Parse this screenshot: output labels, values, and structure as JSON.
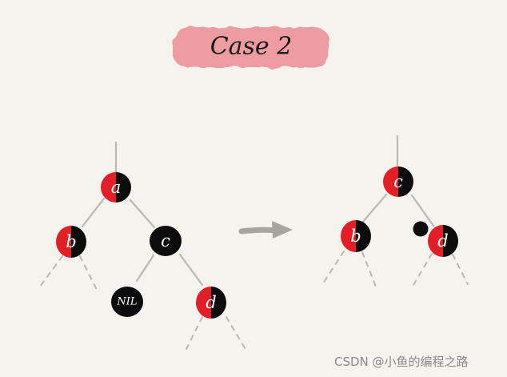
{
  "title": "Case  2",
  "arrow_color": "#a8a59f",
  "colors": {
    "red": "#e21f26",
    "black": "#0d0d0d",
    "title_highlight": "#ec8f94",
    "edge": "#b9b9b4"
  },
  "left_tree": {
    "nodes": [
      {
        "id": "a",
        "label": "a",
        "color": "half-red-black"
      },
      {
        "id": "b",
        "label": "b",
        "color": "half-red-black"
      },
      {
        "id": "c",
        "label": "c",
        "color": "black"
      },
      {
        "id": "nil",
        "label": "NIL",
        "color": "black"
      },
      {
        "id": "d",
        "label": "d",
        "color": "half-red-black"
      }
    ]
  },
  "right_tree": {
    "nodes": [
      {
        "id": "c",
        "label": "c",
        "color": "half-red-black"
      },
      {
        "id": "b",
        "label": "b",
        "color": "half-red-black"
      },
      {
        "id": "extra-black",
        "label": "",
        "color": "black-dot"
      },
      {
        "id": "d",
        "label": "d",
        "color": "half-red-black"
      }
    ]
  },
  "watermark": "CSDN @小鱼的编程之路"
}
